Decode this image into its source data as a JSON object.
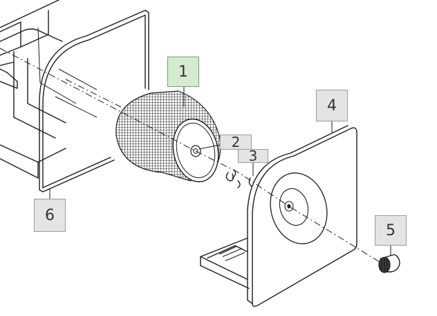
{
  "colors": {
    "label_bg": "#e4e4e4",
    "label_highlight_bg": "#d6ead2",
    "label_highlight_border": "#6aa65e",
    "line": "#1a1a1a"
  },
  "callouts": [
    {
      "id": "1",
      "text": "1",
      "highlight": true
    },
    {
      "id": "2",
      "text": "2",
      "highlight": false
    },
    {
      "id": "3",
      "text": "3",
      "highlight": false
    },
    {
      "id": "4",
      "text": "4",
      "highlight": false
    },
    {
      "id": "5",
      "text": "5",
      "highlight": false
    },
    {
      "id": "6",
      "text": "6",
      "highlight": false
    }
  ]
}
